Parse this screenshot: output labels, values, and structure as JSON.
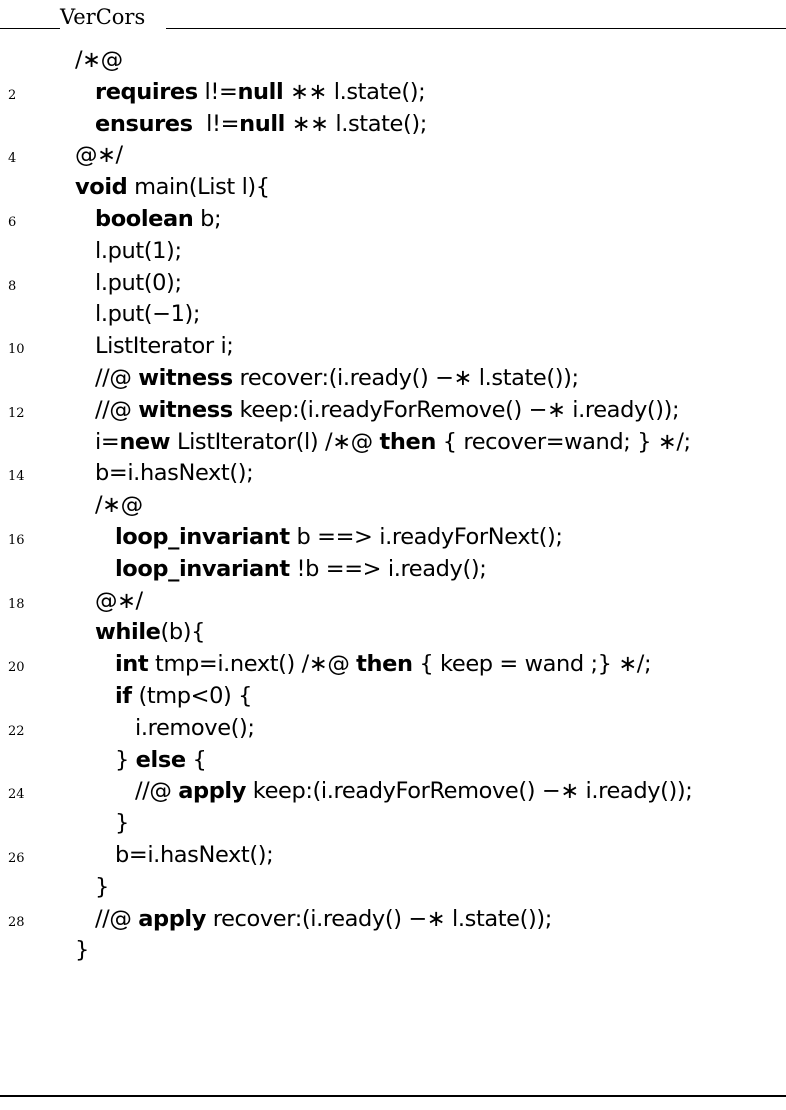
{
  "caption": "VerCors",
  "listing": {
    "lines": [
      {
        "number": "",
        "indent": 0,
        "parts": [
          {
            "t": "/∗@"
          }
        ]
      },
      {
        "number": "2",
        "indent": 1,
        "parts": [
          {
            "t": "requires",
            "kw": true
          },
          {
            "t": " l!="
          },
          {
            "t": "null",
            "kw": true
          },
          {
            "t": " ∗∗ l.state();"
          }
        ]
      },
      {
        "number": "",
        "indent": 1,
        "parts": [
          {
            "t": "ensures",
            "kw": true
          },
          {
            "t": "  l!="
          },
          {
            "t": "null",
            "kw": true
          },
          {
            "t": " ∗∗ l.state();"
          }
        ]
      },
      {
        "number": "4",
        "indent": 0,
        "parts": [
          {
            "t": "@∗/"
          }
        ]
      },
      {
        "number": "",
        "indent": 0,
        "parts": [
          {
            "t": "void",
            "kw": true
          },
          {
            "t": " main(List l){"
          }
        ]
      },
      {
        "number": "6",
        "indent": 1,
        "parts": [
          {
            "t": "boolean",
            "kw": true
          },
          {
            "t": " b;"
          }
        ]
      },
      {
        "number": "",
        "indent": 1,
        "parts": [
          {
            "t": "l.put(1);"
          }
        ]
      },
      {
        "number": "8",
        "indent": 1,
        "parts": [
          {
            "t": "l.put(0);"
          }
        ]
      },
      {
        "number": "",
        "indent": 1,
        "parts": [
          {
            "t": "l.put(−1);"
          }
        ]
      },
      {
        "number": "10",
        "indent": 1,
        "parts": [
          {
            "t": "ListIterator i;"
          }
        ]
      },
      {
        "number": "",
        "indent": 1,
        "parts": [
          {
            "t": "//@ "
          },
          {
            "t": "witness",
            "kw": true
          },
          {
            "t": " recover:(i.ready() −∗ l.state());"
          }
        ]
      },
      {
        "number": "12",
        "indent": 1,
        "parts": [
          {
            "t": "//@ "
          },
          {
            "t": "witness",
            "kw": true
          },
          {
            "t": " keep:(i.readyForRemove() −∗ i.ready());"
          }
        ]
      },
      {
        "number": "",
        "indent": 1,
        "parts": [
          {
            "t": "i="
          },
          {
            "t": "new",
            "kw": true
          },
          {
            "t": " ListIterator(l) /∗@ "
          },
          {
            "t": "then",
            "kw": true
          },
          {
            "t": " { recover=wand; } ∗/;"
          }
        ]
      },
      {
        "number": "14",
        "indent": 1,
        "parts": [
          {
            "t": "b=i.hasNext();"
          }
        ]
      },
      {
        "number": "",
        "indent": 1,
        "parts": [
          {
            "t": "/∗@"
          }
        ]
      },
      {
        "number": "16",
        "indent": 2,
        "parts": [
          {
            "t": "loop_invariant",
            "kw": true
          },
          {
            "t": " b ==> i.readyForNext();"
          }
        ]
      },
      {
        "number": "",
        "indent": 2,
        "parts": [
          {
            "t": "loop_invariant",
            "kw": true
          },
          {
            "t": " !b ==> i.ready();"
          }
        ]
      },
      {
        "number": "18",
        "indent": 1,
        "parts": [
          {
            "t": "@∗/"
          }
        ]
      },
      {
        "number": "",
        "indent": 1,
        "parts": [
          {
            "t": "while",
            "kw": true
          },
          {
            "t": "(b){"
          }
        ]
      },
      {
        "number": "20",
        "indent": 2,
        "parts": [
          {
            "t": "int",
            "kw": true
          },
          {
            "t": " tmp=i.next() /∗@ "
          },
          {
            "t": "then",
            "kw": true
          },
          {
            "t": " { keep = wand ;} ∗/;"
          }
        ]
      },
      {
        "number": "",
        "indent": 2,
        "parts": [
          {
            "t": "if",
            "kw": true
          },
          {
            "t": " (tmp<0) {"
          }
        ]
      },
      {
        "number": "22",
        "indent": 3,
        "parts": [
          {
            "t": "i.remove();"
          }
        ]
      },
      {
        "number": "",
        "indent": 2,
        "parts": [
          {
            "t": "} "
          },
          {
            "t": "else",
            "kw": true
          },
          {
            "t": " {"
          }
        ]
      },
      {
        "number": "24",
        "indent": 3,
        "parts": [
          {
            "t": "//@ "
          },
          {
            "t": "apply",
            "kw": true
          },
          {
            "t": " keep:(i.readyForRemove() −∗ i.ready());"
          }
        ]
      },
      {
        "number": "",
        "indent": 2,
        "parts": [
          {
            "t": "}"
          }
        ]
      },
      {
        "number": "26",
        "indent": 2,
        "parts": [
          {
            "t": "b=i.hasNext();"
          }
        ]
      },
      {
        "number": "",
        "indent": 1,
        "parts": [
          {
            "t": "}"
          }
        ]
      },
      {
        "number": "28",
        "indent": 1,
        "parts": [
          {
            "t": "//@ "
          },
          {
            "t": "apply",
            "kw": true
          },
          {
            "t": " recover:(i.ready() −∗ l.state());"
          }
        ]
      },
      {
        "number": "",
        "indent": 0,
        "parts": [
          {
            "t": "}"
          }
        ]
      }
    ]
  }
}
